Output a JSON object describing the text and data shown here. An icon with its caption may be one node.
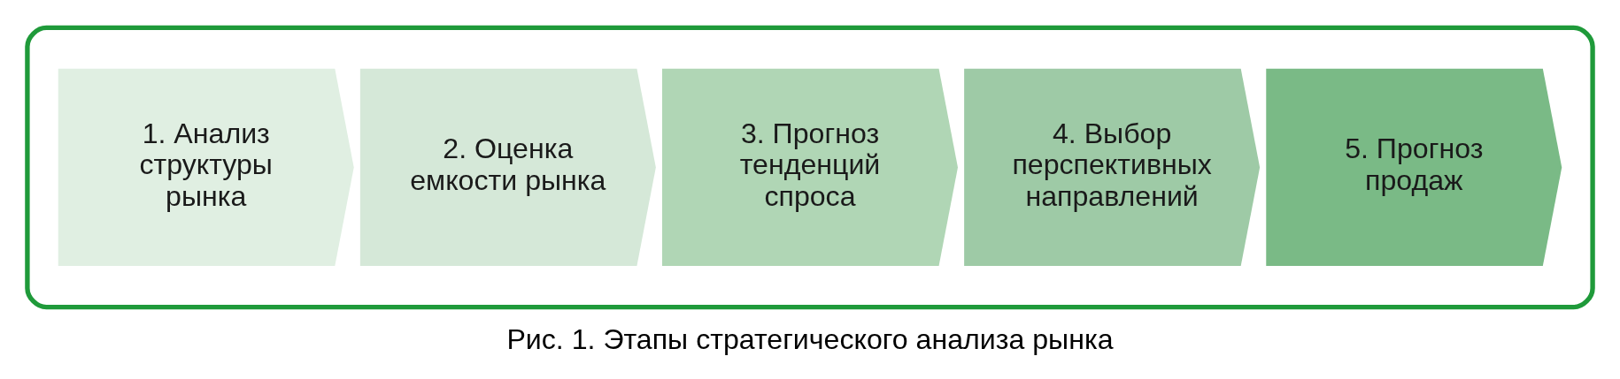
{
  "diagram": {
    "caption": "Рис. 1. Этапы стратегического анализа рынка",
    "nodes": [
      {
        "text": [],
        "shape": "box"
      },
      {
        "text": [
          "1. Анализ структуры рынка"
        ],
        "in": 0
      },
      {
        "text": [
          "2. Оценка емкости рынка"
        ],
        "in": 0
      },
      {
        "text": [
          "3. Прогноз тенденций спроса"
        ],
        "in": 0
      },
      {
        "text": [
          "4. Выбор перспективных направлений"
        ],
        "in": 0
      },
      {
        "text": [
          "5. Прогноз продаж"
        ],
        "in": 0
      }
    ]
  }
}
